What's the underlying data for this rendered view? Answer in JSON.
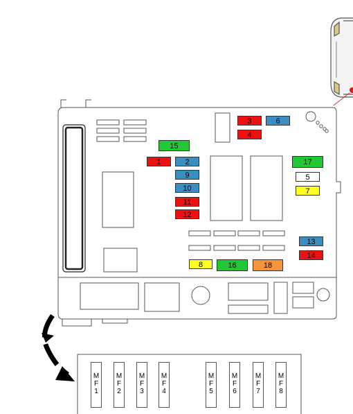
{
  "colors": {
    "red": "#ee1111",
    "blue": "#3b8ec2",
    "green": "#22c833",
    "yellow": "#ffff22",
    "orange": "#f7943a",
    "white": "#ffffff"
  },
  "fuses": [
    {
      "label": "1",
      "color": "red"
    },
    {
      "label": "2",
      "color": "blue"
    },
    {
      "label": "3",
      "color": "red"
    },
    {
      "label": "4",
      "color": "red"
    },
    {
      "label": "5",
      "color": "white"
    },
    {
      "label": "6",
      "color": "blue"
    },
    {
      "label": "7",
      "color": "yellow"
    },
    {
      "label": "8",
      "color": "yellow"
    },
    {
      "label": "9",
      "color": "blue"
    },
    {
      "label": "10",
      "color": "blue"
    },
    {
      "label": "11",
      "color": "red"
    },
    {
      "label": "12",
      "color": "red"
    },
    {
      "label": "13",
      "color": "blue"
    },
    {
      "label": "14",
      "color": "red"
    },
    {
      "label": "15",
      "color": "green"
    },
    {
      "label": "16",
      "color": "green"
    },
    {
      "label": "17",
      "color": "green"
    },
    {
      "label": "18",
      "color": "orange"
    }
  ],
  "maxi_fuses": [
    {
      "letters": [
        "M",
        "F"
      ],
      "number": "1"
    },
    {
      "letters": [
        "M",
        "F"
      ],
      "number": "2"
    },
    {
      "letters": [
        "M",
        "F"
      ],
      "number": "3"
    },
    {
      "letters": [
        "M",
        "F"
      ],
      "number": "4"
    },
    {
      "letters": [
        "M",
        "F"
      ],
      "number": "5"
    },
    {
      "letters": [
        "M",
        "F"
      ],
      "number": "6"
    },
    {
      "letters": [
        "M",
        "F"
      ],
      "number": "7"
    },
    {
      "letters": [
        "M",
        "F"
      ],
      "number": "8"
    }
  ]
}
